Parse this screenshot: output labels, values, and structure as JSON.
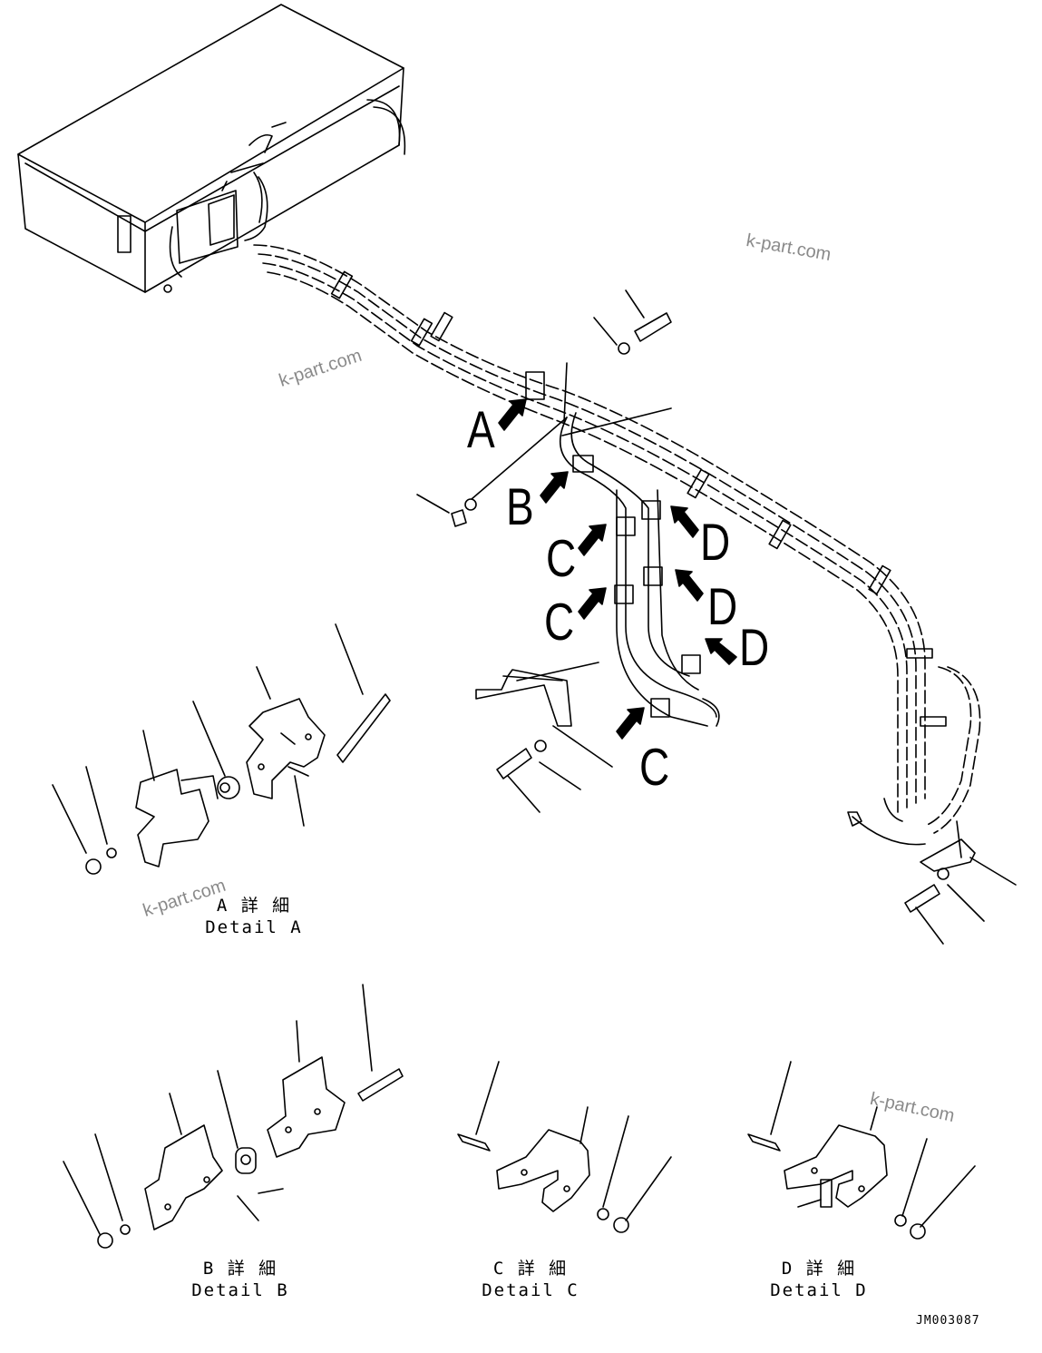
{
  "watermark": "k-part.com",
  "callouts": {
    "a": "A",
    "b": "B",
    "c": "C",
    "d": "D"
  },
  "details": [
    {
      "jp": "A 詳 細",
      "en": "Detail A"
    },
    {
      "jp": "B 詳 細",
      "en": "Detail B"
    },
    {
      "jp": "C 詳 細",
      "en": "Detail C"
    },
    {
      "jp": "D 詳 細",
      "en": "Detail D"
    }
  ],
  "drawing_code": "JM003087"
}
